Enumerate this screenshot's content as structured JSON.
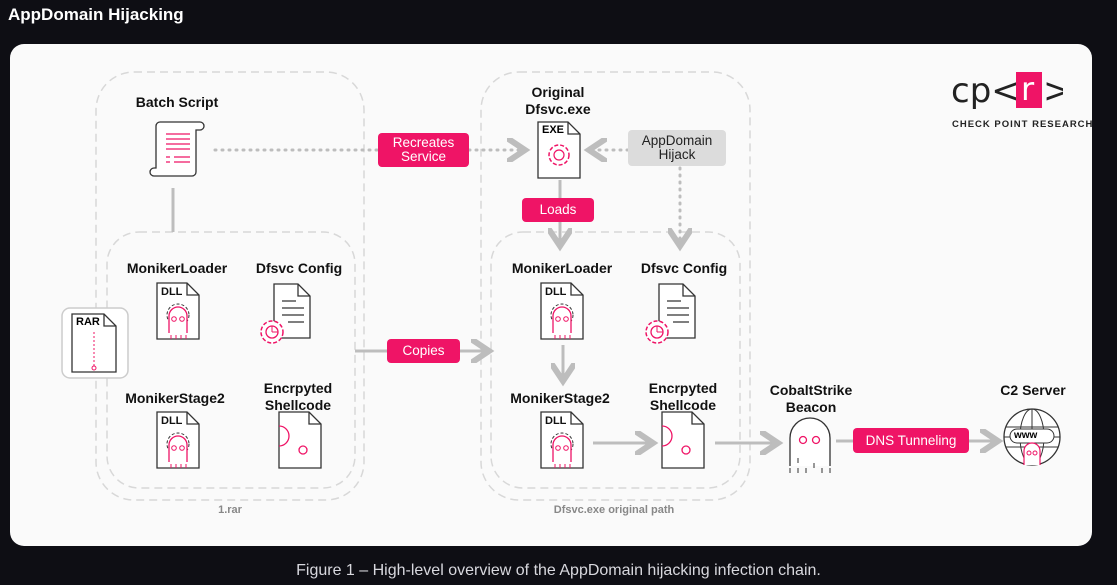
{
  "header": {
    "title": "AppDomain Hijacking"
  },
  "caption": "Figure 1 – High-level overview of the AppDomain hijacking infection chain.",
  "logo": {
    "mark": "cp<r>",
    "text": "CHECK POINT RESEARCH",
    "accent": "#ef1466"
  },
  "colors": {
    "accent": "#ef1466",
    "connector": "#bdbdbd",
    "label_gray": "#dcdcdc"
  },
  "groups": {
    "rar": "1.rar",
    "original_path": "Dfsvc.exe original path"
  },
  "nodes": {
    "batch_script": "Batch Script",
    "rar_icon": "RAR",
    "left_moniker_loader": "MonikerLoader",
    "left_dfsvc_config": "Dfsvc Config",
    "left_moniker_stage2": "MonikerStage2",
    "left_shellcode": "Encrpyted\nShellcode",
    "original_dfsvc": "Original\nDfsvc.exe",
    "right_moniker_loader": "MonikerLoader",
    "right_dfsvc_config": "Dfsvc Config",
    "right_moniker_stage2": "MonikerStage2",
    "right_shellcode": "Encrpyted\nShellcode",
    "beacon": "CobaltStrike\nBeacon",
    "c2": "C2 Server"
  },
  "icon_text": {
    "dll": "DLL",
    "exe": "EXE",
    "www": "www"
  },
  "edges": {
    "recreates_service": "Recreates\nService",
    "loads": "Loads",
    "appdomain_hijack": "AppDomain\nHijack",
    "copies": "Copies",
    "dns_tunneling": "DNS Tunneling"
  }
}
